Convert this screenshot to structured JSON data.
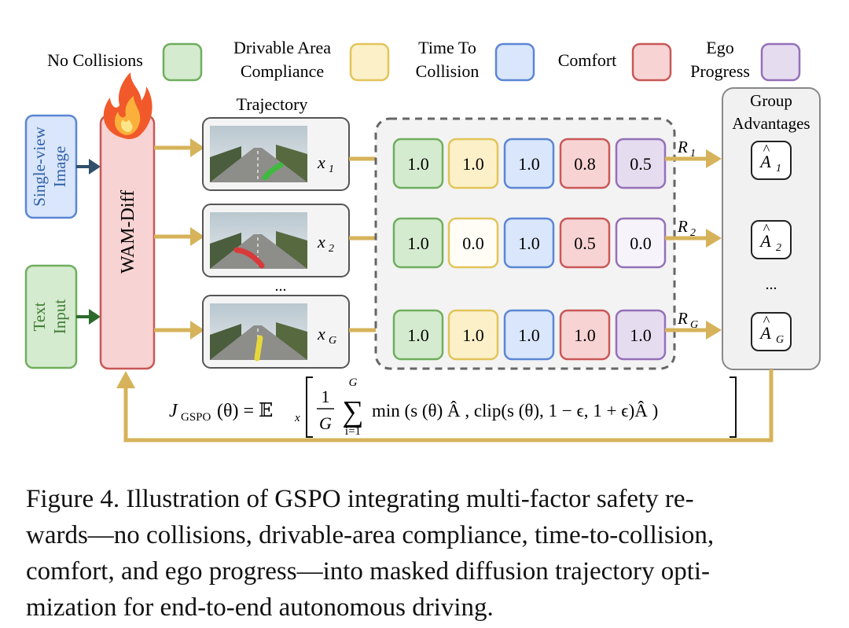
{
  "legend": [
    {
      "label_lines": [
        "No Collisions"
      ],
      "fill": "#d5ebcf",
      "stroke": "#6fae5e"
    },
    {
      "label_lines": [
        "Drivable Area",
        "Compliance"
      ],
      "fill": "#fbf0c8",
      "stroke": "#e2c45a"
    },
    {
      "label_lines": [
        "Time To",
        "Collision"
      ],
      "fill": "#d9e6fb",
      "stroke": "#5b86d4"
    },
    {
      "label_lines": [
        "Comfort"
      ],
      "fill": "#f8d3d3",
      "stroke": "#c95757"
    },
    {
      "label_lines": [
        "Ego",
        "Progress"
      ],
      "fill": "#e6dcf0",
      "stroke": "#9470b8"
    }
  ],
  "inputs": {
    "image_lines": [
      "Single-view",
      "Image"
    ],
    "text_lines": [
      "Text",
      "Input"
    ]
  },
  "model_label": "WAM-Diff",
  "trajectory_title": "Trajectory",
  "ellipsis": "...",
  "rows": [
    {
      "x_sym": "x",
      "x_sub": "1",
      "r_sym": "R",
      "r_sub": "1",
      "scores": [
        "1.0",
        "1.0",
        "1.0",
        "0.8",
        "0.5"
      ],
      "adv_sub": "1",
      "traj_color": "#3fba3f"
    },
    {
      "x_sym": "x",
      "x_sub": "2",
      "r_sym": "R",
      "r_sub": "2",
      "scores": [
        "1.0",
        "0.0",
        "1.0",
        "0.5",
        "0.0"
      ],
      "adv_sub": "2",
      "traj_color": "#d83a3a"
    },
    {
      "x_sym": "x",
      "x_sub": "G",
      "r_sym": "R",
      "r_sub": "G",
      "scores": [
        "1.0",
        "1.0",
        "1.0",
        "1.0",
        "1.0"
      ],
      "adv_sub": "G",
      "traj_color": "#e6d83a"
    }
  ],
  "score_fills": [
    [
      "#d5ebcf",
      "#fbf0c8",
      "#d9e6fb",
      "#f8d3d3",
      "#e6dcf0"
    ],
    [
      "#d5ebcf",
      "#fffdf6",
      "#d9e6fb",
      "#f8d3d3",
      "#f7f3fb"
    ],
    [
      "#d5ebcf",
      "#fbf0c8",
      "#d9e6fb",
      "#f8d3d3",
      "#e6dcf0"
    ]
  ],
  "group_title_lines": [
    "Group",
    "Advantages"
  ],
  "adv_symbol": "A",
  "formula": {
    "lhs": "J",
    "lhs_sub": "GSPO",
    "theta_part": "(θ) = 𝔼",
    "ex_sub": "x",
    "frac_num": "1",
    "frac_den": "G",
    "sum_top": "G",
    "sum_bottom": "i=1",
    "body": "min (s (θ) Â , clip(s (θ), 1 − ϵ, 1 + ϵ)Â )"
  },
  "caption_lines": [
    "Figure 4.  Illustration of GSPO integrating multi-factor safety re-",
    "wards—no collisions, drivable-area compliance, time-to-collision,",
    "comfort, and ego progress—into masked diffusion trajectory opti-",
    "mization for end-to-end autonomous driving."
  ]
}
